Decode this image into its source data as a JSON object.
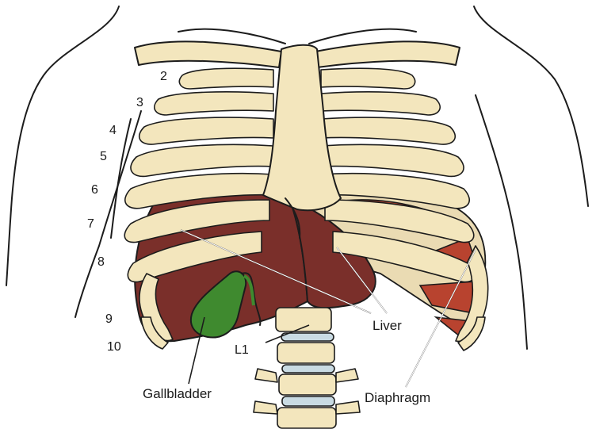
{
  "rib_numbers": [
    "2",
    "3",
    "4",
    "5",
    "6",
    "7",
    "8",
    "9",
    "10"
  ],
  "labels": {
    "liver": "Liver",
    "gallbladder": "Gallbladder",
    "diaphragm": "Diaphragm",
    "l1": "L1"
  },
  "colors": {
    "bone": "#f3e6bd",
    "liver": "#7a2f2a",
    "gallbladder": "#3f8a2f",
    "diaphragm_muscle": "#b8432f",
    "intervertebral_disc": "#c9dbe3"
  }
}
